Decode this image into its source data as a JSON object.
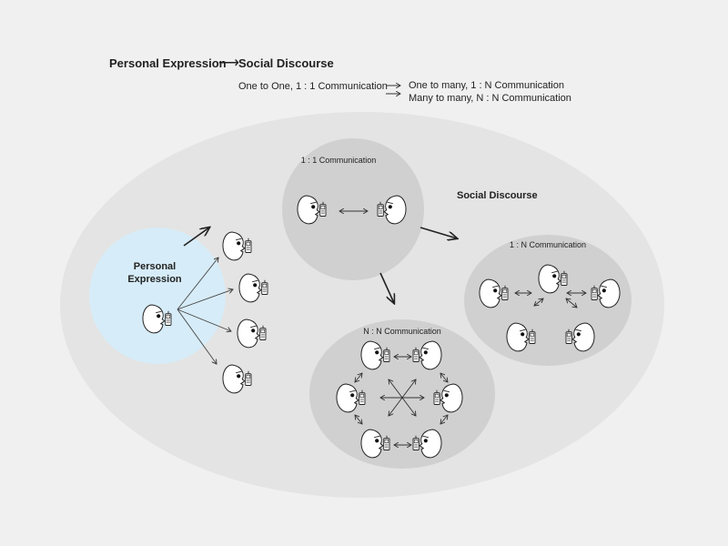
{
  "header": {
    "title_left": "Personal Expression",
    "title_arrow": "⟶",
    "title_right": "Social Discourse",
    "flow_from": "One to One, 1 : 1 Communication",
    "flow_arrow": "⟶",
    "flow_to_1": "One to many, 1 : N Communication",
    "flow_to_2": "Many to many, N : N Communication"
  },
  "diagram": {
    "social_label": "Social Discourse",
    "personal_label_1": "Personal",
    "personal_label_2": "Expression",
    "one_to_one_label": "1 : 1 Communication",
    "one_to_n_label": "1 : N Communication",
    "n_to_n_label": "N : N Communication"
  },
  "colors": {
    "background": "#f0f0f0",
    "outer_ellipse": "#e4e4e4",
    "group_circle": "#d0d0d0",
    "personal_circle": "#d6ecf8",
    "face": "#ffffff",
    "line": "#222222"
  },
  "icons": [
    "face-icon",
    "phone-icon",
    "arrow-icon",
    "double-arrow-icon"
  ]
}
